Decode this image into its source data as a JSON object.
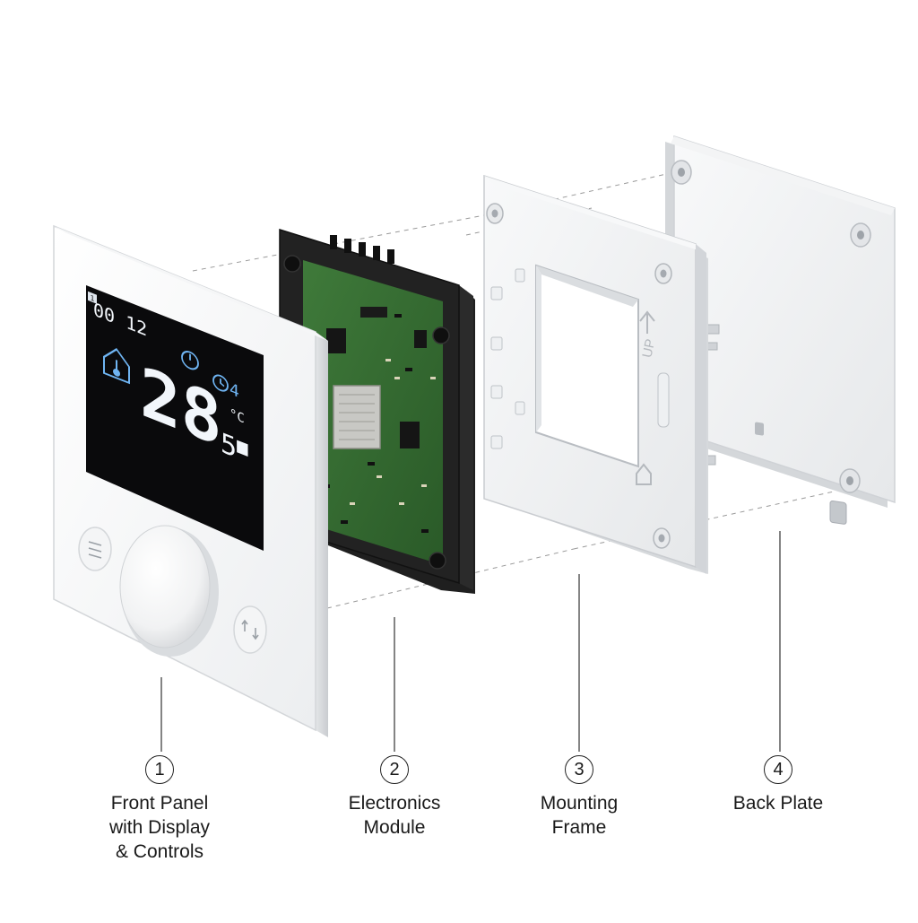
{
  "display": {
    "time": "00 12",
    "temperature": "28.",
    "temperature_decimal": "5",
    "unit": "°C",
    "program": "4",
    "indicator": "1"
  },
  "labels": [
    {
      "number": "1",
      "lines": [
        "Front Panel",
        "with Display",
        "& Controls"
      ]
    },
    {
      "number": "2",
      "lines": [
        "Electronics",
        "Module"
      ]
    },
    {
      "number": "3",
      "lines": [
        "Mounting",
        "Frame"
      ]
    },
    {
      "number": "4",
      "lines": [
        "Back Plate"
      ]
    }
  ],
  "frame_marking": "UP"
}
